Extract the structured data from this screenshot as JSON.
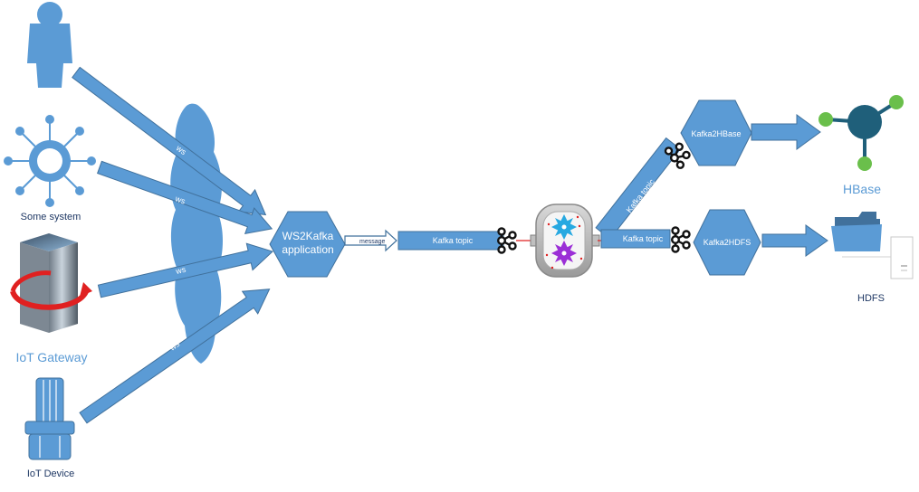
{
  "sources": {
    "some_system": "Some system",
    "iot_gateway": "IoT Gateway",
    "iot_device": "IoT Device"
  },
  "arrows": {
    "ws_1": "ws",
    "ws_2": "ws",
    "ws_3": "ws",
    "ws_4": "ws",
    "message": "message"
  },
  "nodes": {
    "ws2kafka_line1": "WS2Kafka",
    "ws2kafka_line2": "application",
    "kafka2hbase": "Kafka2HBase",
    "kafka2hdfs": "Kafka2HDFS"
  },
  "topics": {
    "main": "Kafka topic",
    "upper": "Kafka topic",
    "lower": "Kafka topic"
  },
  "sinks": {
    "hbase": "HBase",
    "hdfs": "HDFS"
  },
  "colors": {
    "primary": "#5b9bd5",
    "primary_dark": "#41719c",
    "label_blue": "#5b9bd5",
    "text_dark": "#1f3864",
    "green": "#6abf4b",
    "hbase_node": "#1f5f7a"
  }
}
